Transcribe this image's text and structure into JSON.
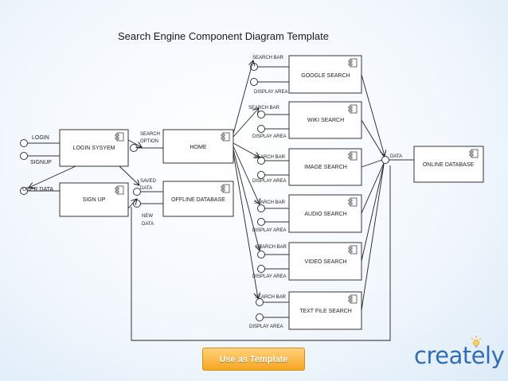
{
  "title": "Search Engine Component Diagram Template",
  "components": {
    "login_system": "LOGIN SYSYEM",
    "sign_up": "SIGN UP",
    "home": "HOME",
    "offline_db": "OFFLINE DATABASE",
    "google": "GOOGLE SEARCH",
    "wiki": "WIKI SEARCH",
    "image": "IMAGE SEARCH",
    "audio": "AUDIO SEARCH",
    "video": "VIDEO SEARCH",
    "text": "TEXT FILE SEARCH",
    "online_db": "ONLINE DATABASE"
  },
  "ports": {
    "login": "LOGIN",
    "signup": "SIGNUP",
    "user_data": "USER DATA",
    "search_option_1": "SEARCH",
    "search_option_2": "OPTION",
    "saved_data_1": "SAVED",
    "saved_data_2": "DATA",
    "new_data_1": "NEW",
    "new_data_2": "DATA",
    "search_bar": "SEARCH BAR",
    "display_area": "DISPLAY AREA",
    "data": "DATA"
  },
  "button": {
    "label": "Use as Template"
  },
  "logo": {
    "text": "creately"
  },
  "colors": {
    "accent": "#2f6db5",
    "button": "#f6a623",
    "border": "#333333"
  }
}
